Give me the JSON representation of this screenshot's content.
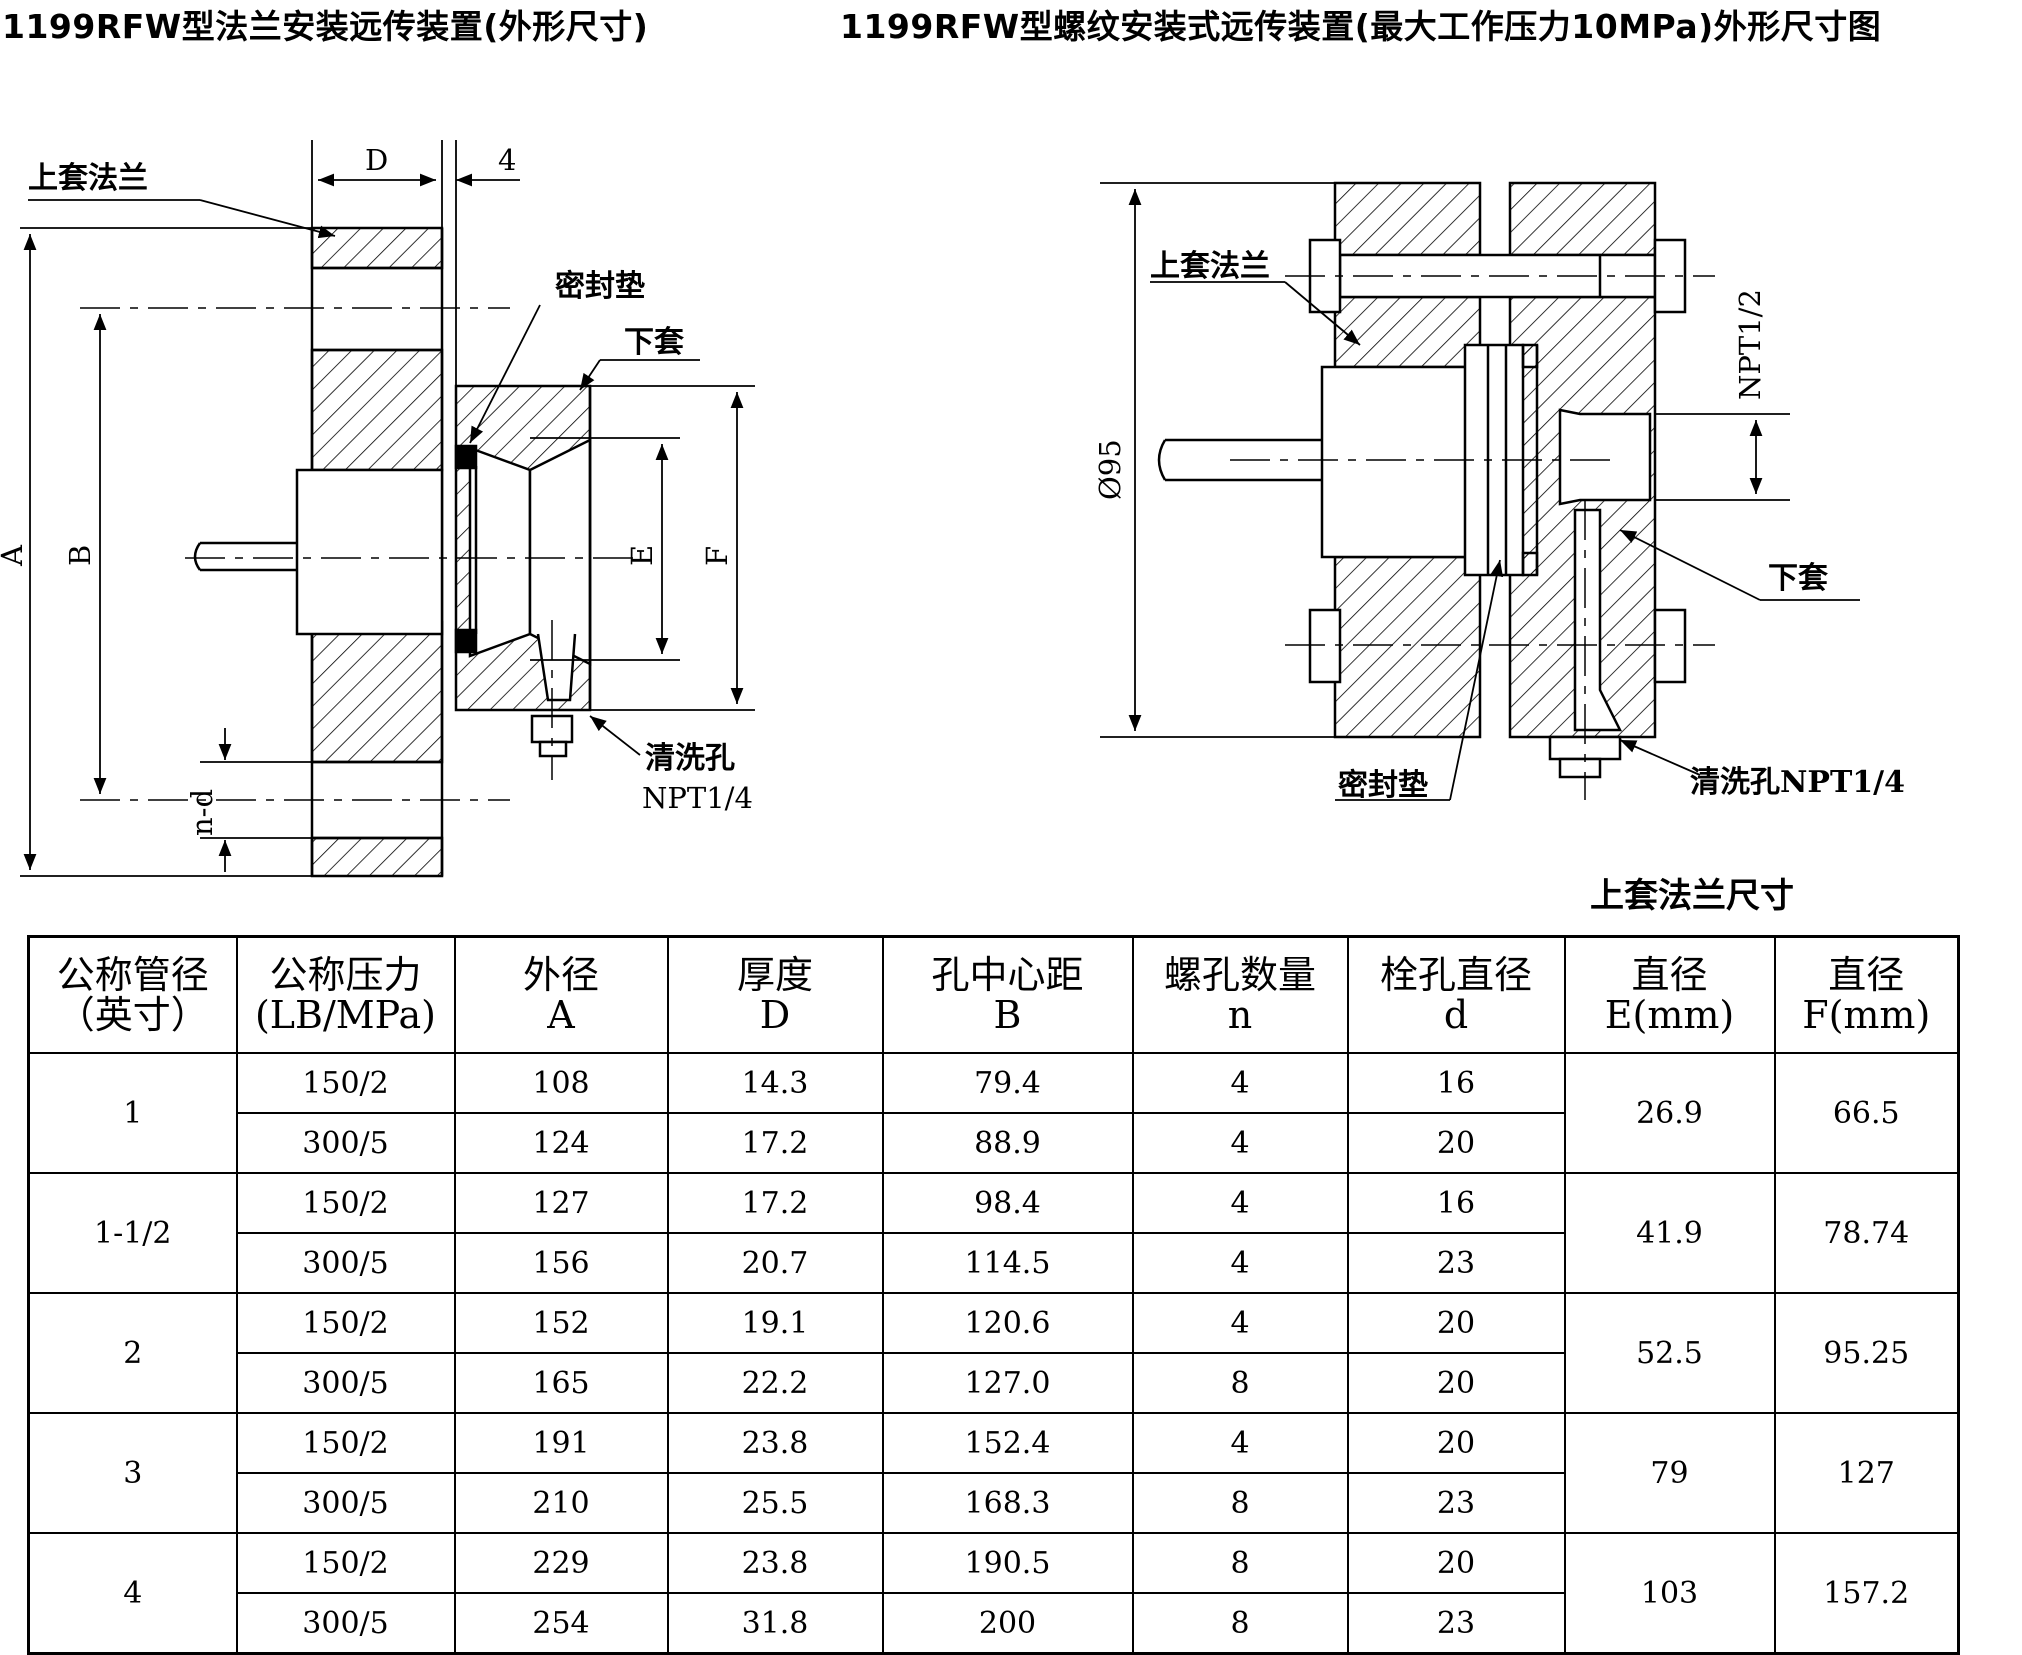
{
  "titles": {
    "left": "1199RFW型法兰安装远传装置(外形尺寸)",
    "right": "1199RFW型螺纹安装式远传装置(最大工作压力10MPa)外形尺寸图"
  },
  "left_diagram": {
    "labels": {
      "upper_flange": "上套法兰",
      "gasket": "密封垫",
      "lower_sleeve": "下套",
      "cleaning_hole": "清洗孔",
      "cleaning_hole_thread": "NPT1/4",
      "dim_d": "D",
      "dim_4": "4",
      "dim_a": "A",
      "dim_b": "B",
      "dim_e": "E",
      "dim_f": "F",
      "dim_nd": "n-d"
    }
  },
  "right_diagram": {
    "labels": {
      "upper_flange": "上套法兰",
      "npt_half": "NPT1/2",
      "dia95": "Ø95",
      "lower_sleeve": "下套",
      "gasket": "密封垫",
      "cleaning_hole": "清洗孔NPT1/4"
    }
  },
  "table": {
    "title": "上套法兰尺寸",
    "headers": [
      {
        "line1": "公称管径",
        "line2": "（英寸）"
      },
      {
        "line1": "公称压力",
        "line2": "(LB/MPa)"
      },
      {
        "line1": "外径",
        "line2": "A"
      },
      {
        "line1": "厚度",
        "line2": "D"
      },
      {
        "line1": "孔中心距",
        "line2": "B"
      },
      {
        "line1": "螺孔数量",
        "line2": "n"
      },
      {
        "line1": "栓孔直径",
        "line2": "d"
      },
      {
        "line1": "直径",
        "line2": "E(mm)"
      },
      {
        "line1": "直径",
        "line2": "F(mm)"
      }
    ],
    "groups": [
      {
        "size": "1",
        "E": "26.9",
        "F": "66.5",
        "rows": [
          [
            "150/2",
            "108",
            "14.3",
            "79.4",
            "4",
            "16"
          ],
          [
            "300/5",
            "124",
            "17.2",
            "88.9",
            "4",
            "20"
          ]
        ]
      },
      {
        "size": "1-1/2",
        "E": "41.9",
        "F": "78.74",
        "rows": [
          [
            "150/2",
            "127",
            "17.2",
            "98.4",
            "4",
            "16"
          ],
          [
            "300/5",
            "156",
            "20.7",
            "114.5",
            "4",
            "23"
          ]
        ]
      },
      {
        "size": "2",
        "E": "52.5",
        "F": "95.25",
        "rows": [
          [
            "150/2",
            "152",
            "19.1",
            "120.6",
            "4",
            "20"
          ],
          [
            "300/5",
            "165",
            "22.2",
            "127.0",
            "8",
            "20"
          ]
        ]
      },
      {
        "size": "3",
        "E": "79",
        "F": "127",
        "rows": [
          [
            "150/2",
            "191",
            "23.8",
            "152.4",
            "4",
            "20"
          ],
          [
            "300/5",
            "210",
            "25.5",
            "168.3",
            "8",
            "23"
          ]
        ]
      },
      {
        "size": "4",
        "E": "103",
        "F": "157.2",
        "rows": [
          [
            "150/2",
            "229",
            "23.8",
            "190.5",
            "8",
            "20"
          ],
          [
            "300/5",
            "254",
            "31.8",
            "200",
            "8",
            "23"
          ]
        ]
      }
    ]
  }
}
